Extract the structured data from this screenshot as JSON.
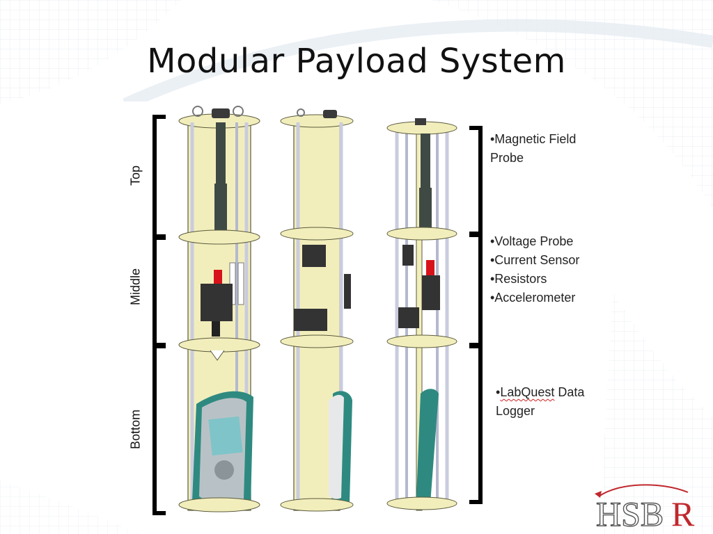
{
  "slide": {
    "title": "Modular Payload System"
  },
  "sections": {
    "top": "Top",
    "middle": "Middle",
    "bottom": "Bottom"
  },
  "annotations": {
    "top": [
      "•Magnetic Field",
      "Probe"
    ],
    "middle": [
      "•Voltage Probe",
      "•Current Sensor",
      "•Resistors",
      "•Accelerometer"
    ],
    "bottom_bullet": "•",
    "bottom_word": "LabQuest",
    "bottom_rest": " Data",
    "bottom_line2": "Logger"
  },
  "logo": {
    "text": "HSBR",
    "accent": "#c0282d"
  },
  "colors": {
    "panel": "#f2eebc",
    "panel_stroke": "#5b5a3c",
    "rod": "#c9ccde",
    "dark": "#3a3a3a",
    "teal": "#2e8a80",
    "red": "#d8121a"
  }
}
